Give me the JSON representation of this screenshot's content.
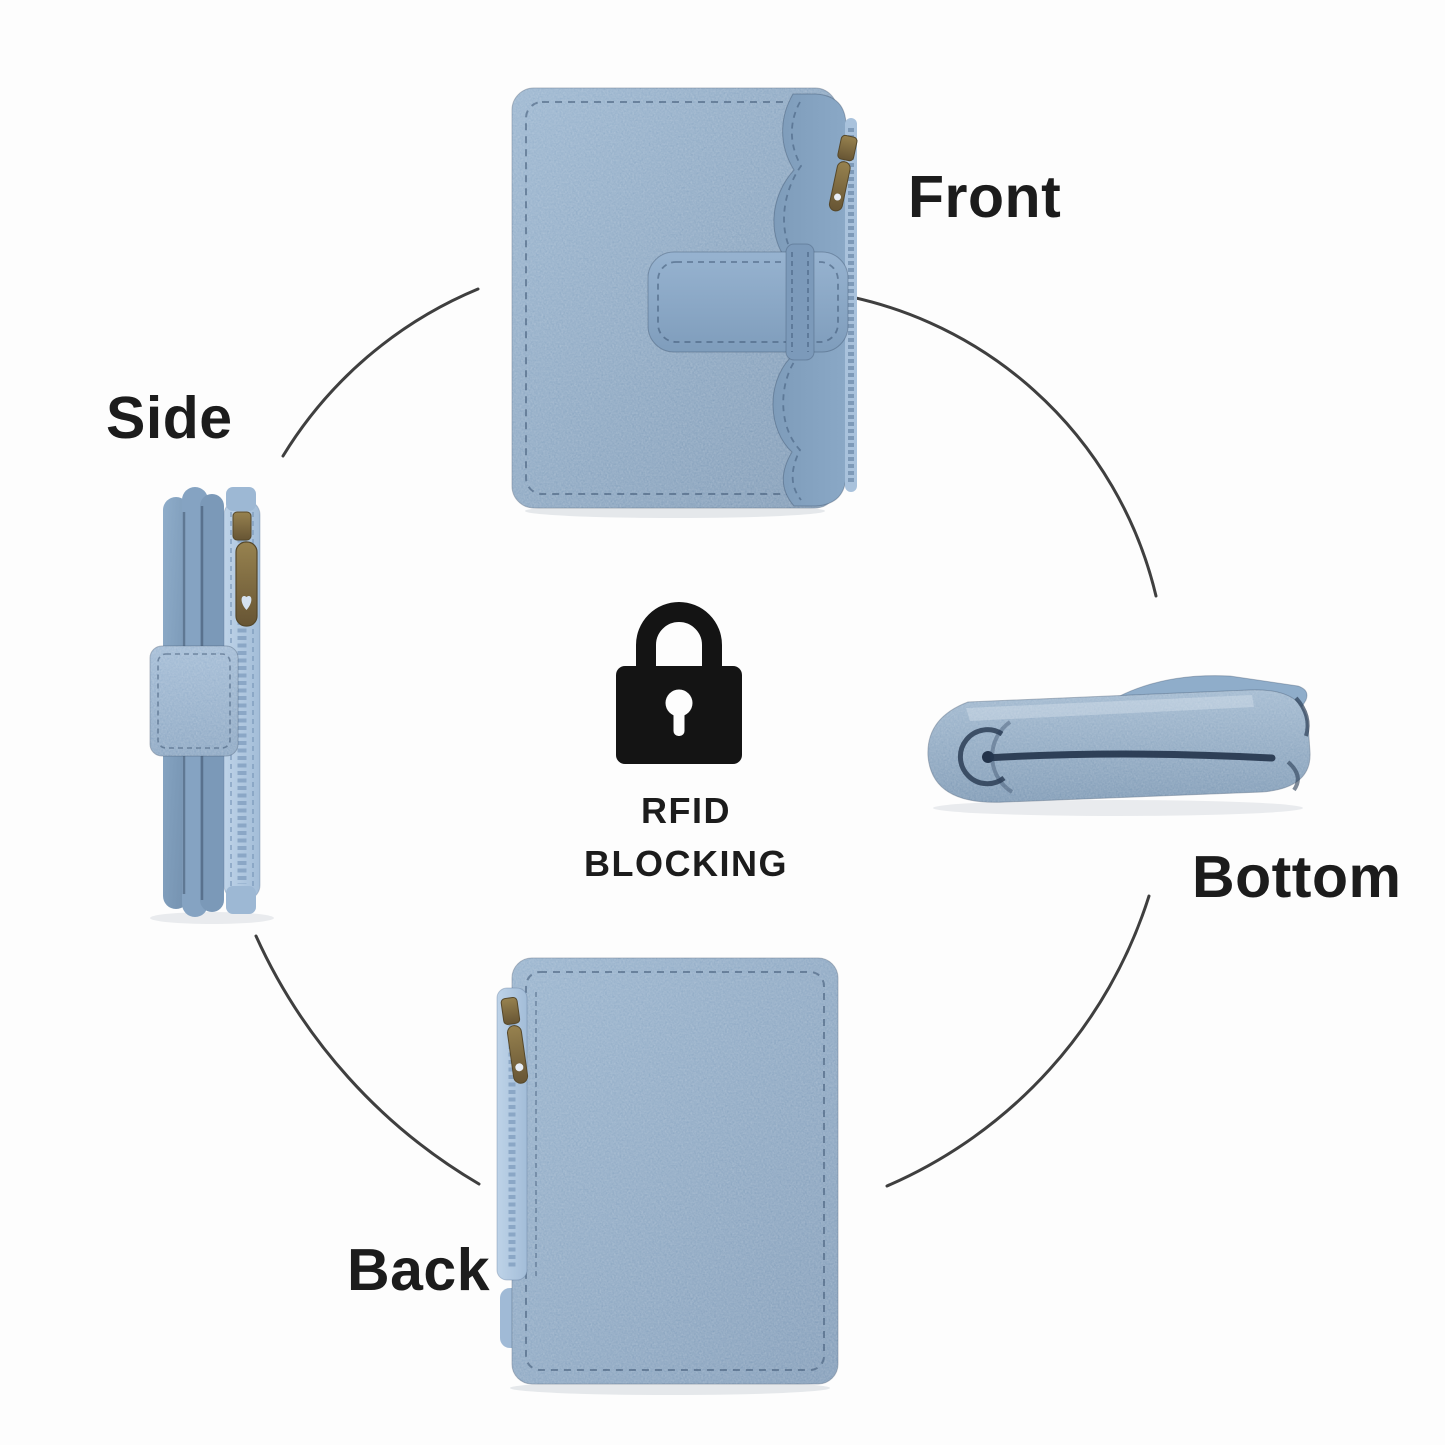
{
  "diagram": {
    "background": "#fdfdfd",
    "views": {
      "front": {
        "label": "Front"
      },
      "side": {
        "label": "Side"
      },
      "bottom": {
        "label": "Bottom"
      },
      "back": {
        "label": "Back"
      }
    },
    "center_badge": {
      "icon": "padlock-icon",
      "line1": "RFID",
      "line2": "BLOCKING"
    },
    "colors": {
      "label_text": "#1c1c1c",
      "arc_line": "#3f3f3f",
      "lock_black": "#141414",
      "leather_mid": "#7e9cba",
      "leather_light": "#91afcb",
      "leather_dark": "#64849f",
      "zipper_tape": "#b7cde4",
      "hardware_bronze": "#7d6b42"
    }
  }
}
